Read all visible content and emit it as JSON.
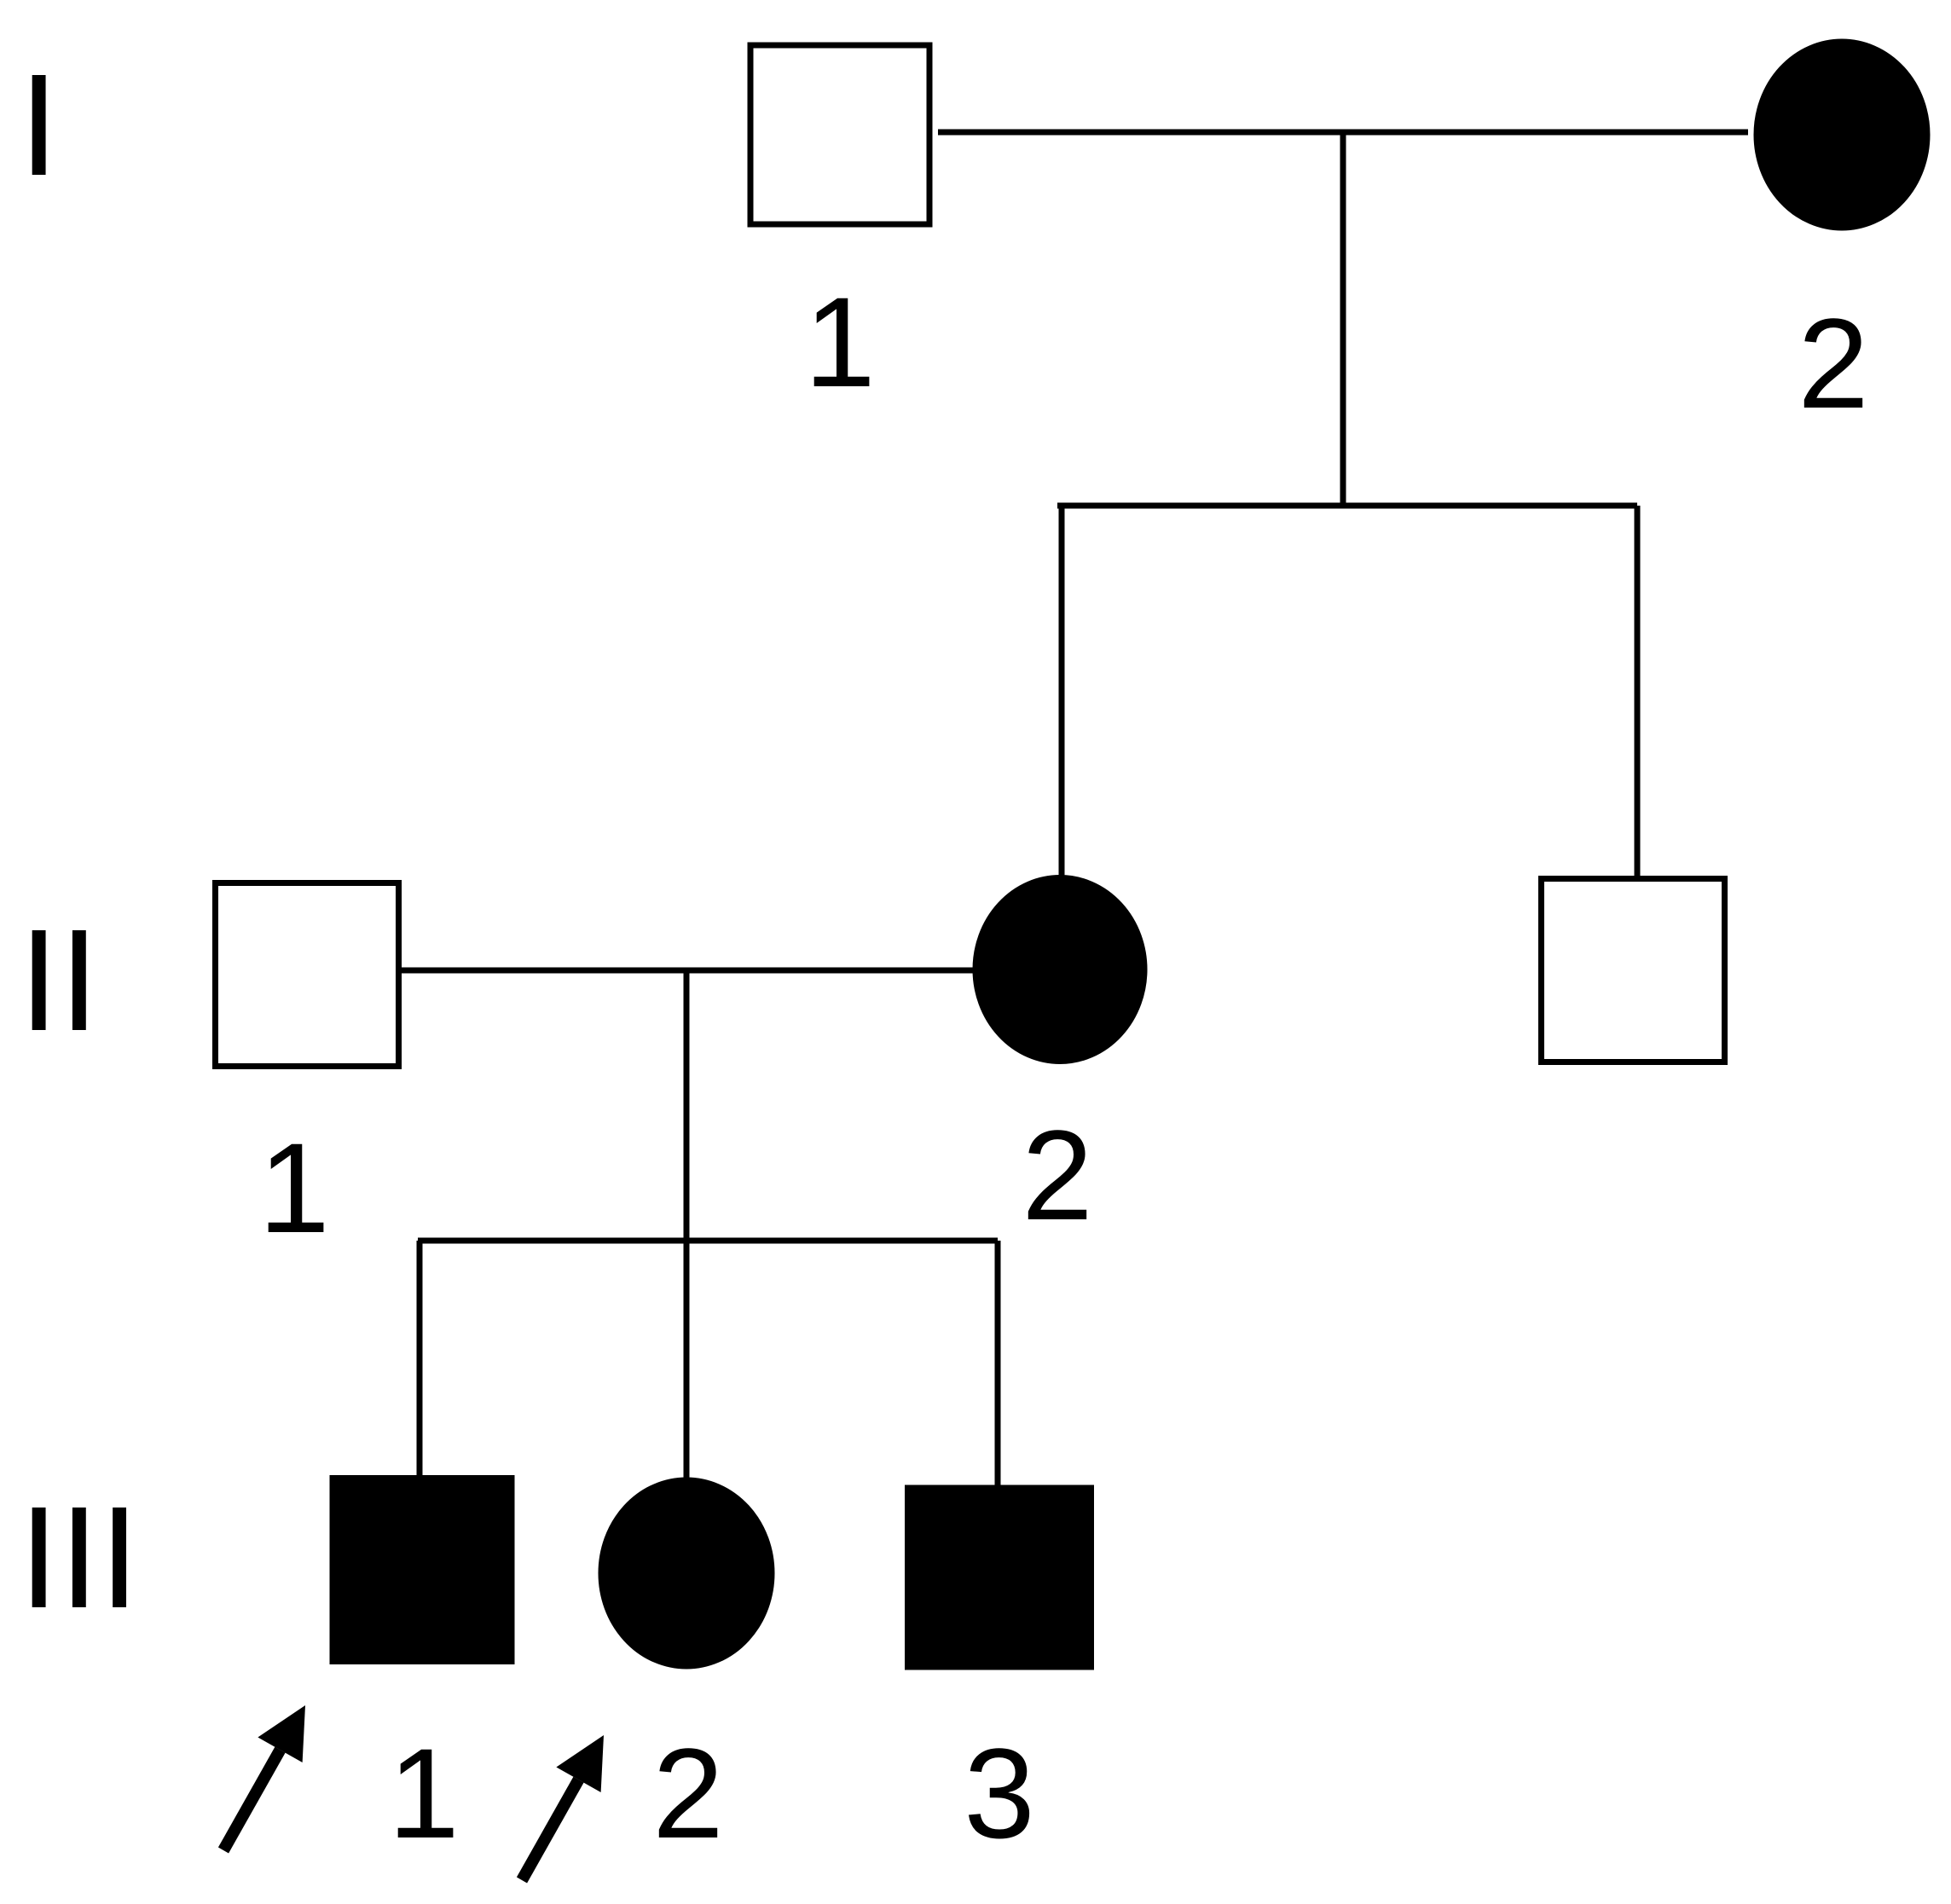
{
  "diagram": {
    "generations": [
      {
        "roman": "I"
      },
      {
        "roman": "II"
      },
      {
        "roman": "III"
      }
    ],
    "individuals": [
      {
        "id": "I-1",
        "label": "1",
        "sex": "male",
        "affected": false
      },
      {
        "id": "I-2",
        "label": "2",
        "sex": "female",
        "affected": true
      },
      {
        "id": "II-1",
        "label": "1",
        "sex": "male",
        "affected": false
      },
      {
        "id": "II-2",
        "label": "2",
        "sex": "female",
        "affected": true
      },
      {
        "id": "II-3",
        "label": "",
        "sex": "male",
        "affected": false
      },
      {
        "id": "III-1",
        "label": "1",
        "sex": "male",
        "affected": true,
        "proband": true
      },
      {
        "id": "III-2",
        "label": "2",
        "sex": "female",
        "affected": true,
        "proband": true
      },
      {
        "id": "III-3",
        "label": "3",
        "sex": "male",
        "affected": true
      }
    ],
    "colors": {
      "affected": "#000000",
      "unaffected": "#ffffff",
      "stroke": "#000000"
    }
  }
}
